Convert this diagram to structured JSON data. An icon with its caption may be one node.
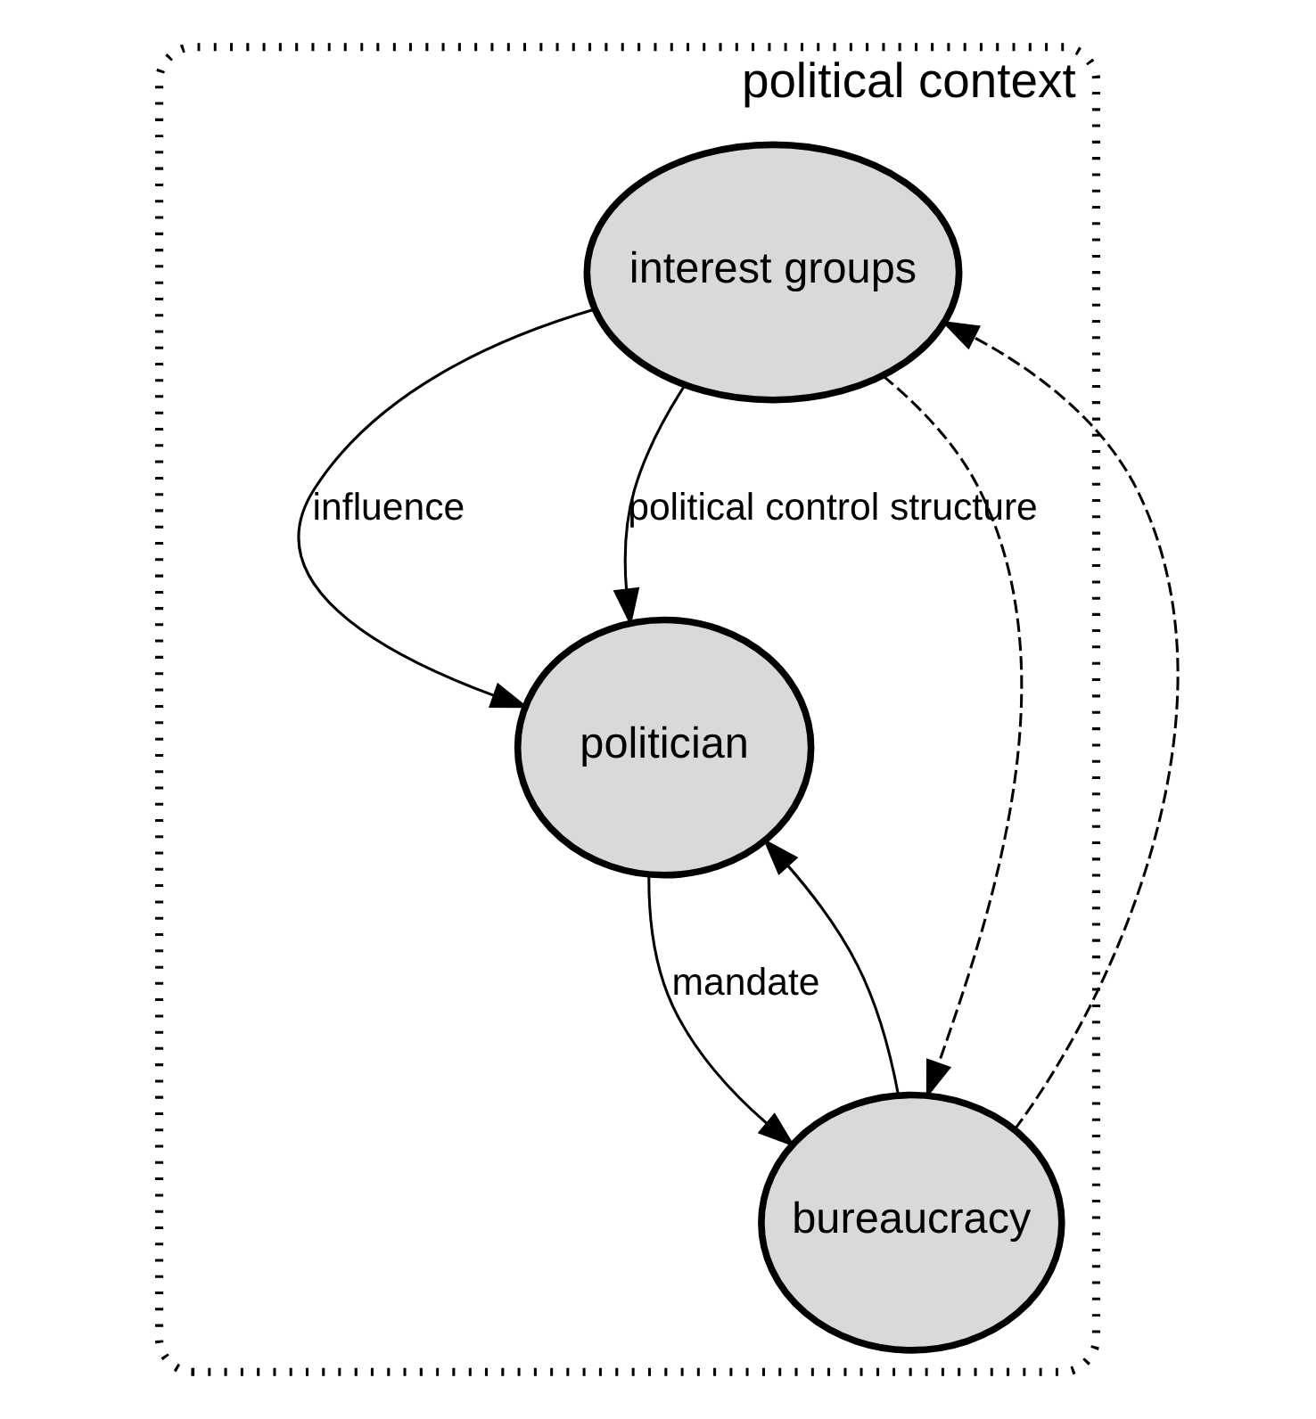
{
  "diagram": {
    "nodes": [
      {
        "text": [
          "political context"
        ]
      },
      {
        "text": [
          "interest groups"
        ],
        "in": 0
      },
      {
        "text": [
          "politician"
        ],
        "in": 0
      },
      {
        "text": [
          "bureaucracy"
        ],
        "in": 0
      }
    ],
    "edges": [
      {
        "from": 1,
        "to": 2,
        "arrow": "to",
        "label": "influence"
      },
      {
        "from": 3,
        "to": 2,
        "arrow": "to"
      },
      {
        "from": 3,
        "to": 1,
        "arrow": "to",
        "style": "dashed"
      },
      {
        "from": 1,
        "to": 2,
        "arrow": "to",
        "label": "political control structure"
      },
      {
        "from": 2,
        "to": 3,
        "arrow": "to",
        "label": "mandate"
      },
      {
        "from": 1,
        "to": 3,
        "arrow": "to",
        "style": "dashed"
      }
    ]
  }
}
